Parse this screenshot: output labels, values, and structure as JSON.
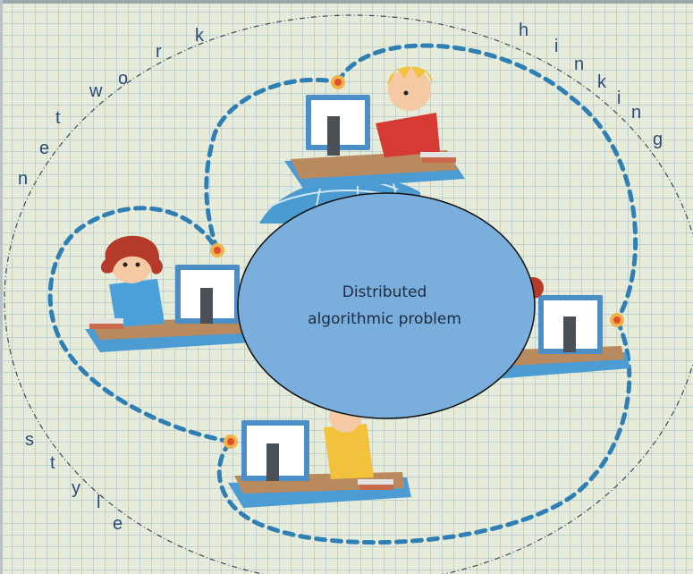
{
  "words": {
    "network": [
      "n",
      "e",
      "t",
      "w",
      "o",
      "r",
      "k"
    ],
    "thinking": [
      "h",
      "i",
      "n",
      "k",
      "i",
      "n",
      "g"
    ],
    "style": [
      "s",
      "t",
      "y",
      "l",
      "e"
    ]
  },
  "center": {
    "line1": "Distributed",
    "line2": "algorithmic problem"
  },
  "colors": {
    "background": "#e6ecd9",
    "ellipse_fill": "#7aaedc",
    "dashed_path": "#2f7fb5",
    "letters": "#2b4a78"
  }
}
